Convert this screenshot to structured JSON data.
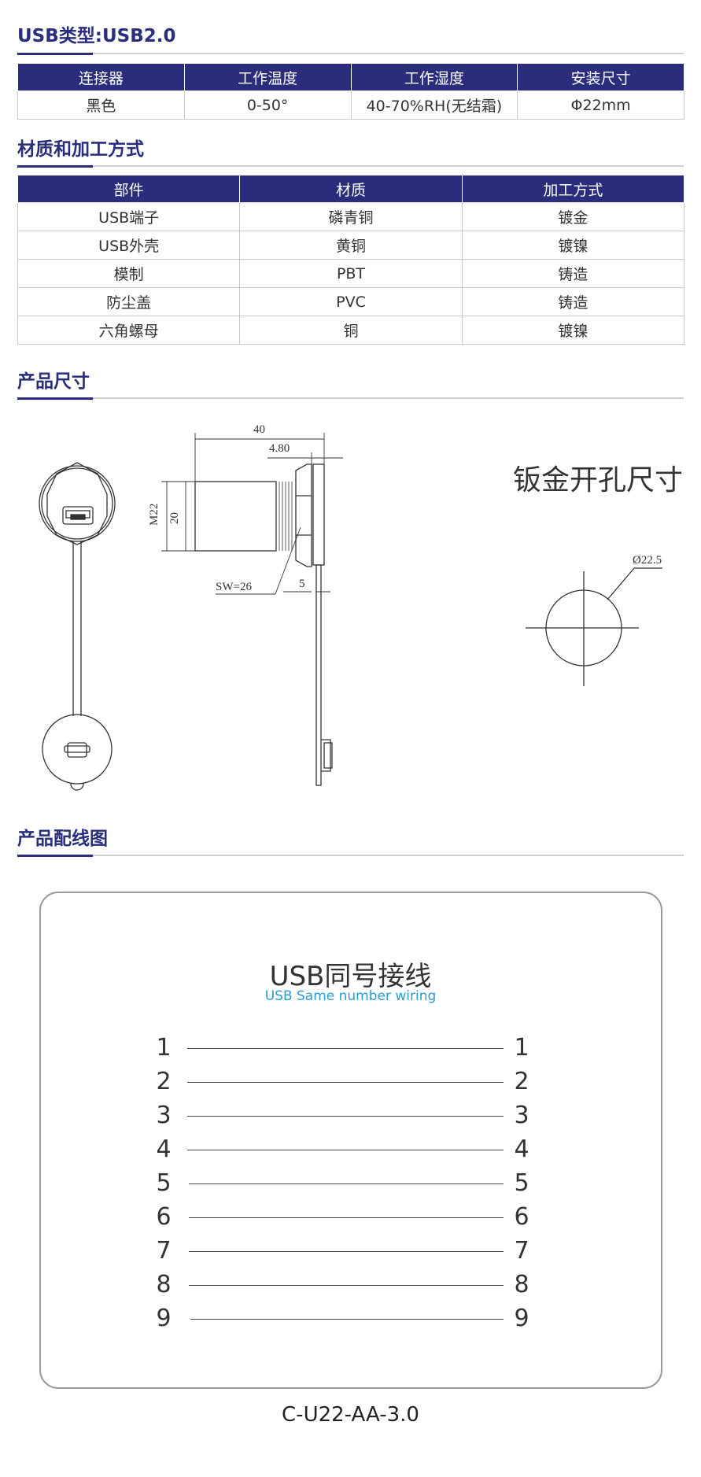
{
  "sections": {
    "usb_type": "USB类型:USB2.0",
    "materials": "材质和加工方式",
    "dimensions": "产品尺寸",
    "wiring": "产品配线图"
  },
  "spec_table": {
    "headers": [
      "连接器",
      "工作温度",
      "工作湿度",
      "安装尺寸"
    ],
    "row": [
      "黑色",
      "0-50°",
      "40-70%RH(无结霜)",
      "Φ22mm"
    ]
  },
  "material_table": {
    "headers": [
      "部件",
      "材质",
      "加工方式"
    ],
    "rows": [
      [
        "USB端子",
        "磷青铜",
        "镀金"
      ],
      [
        "USB外壳",
        "黄铜",
        "镀镍"
      ],
      [
        "模制",
        "PBT",
        "铸造"
      ],
      [
        "防尘盖",
        "PVC",
        "铸造"
      ],
      [
        "六角螺母",
        "铜",
        "镀镍"
      ]
    ]
  },
  "drawing": {
    "dim_40": "40",
    "dim_480": "4.80",
    "dim_m22": "M22",
    "dim_20": "20",
    "dim_sw": "SW=26",
    "dim_5": "5",
    "panel_cutout_title": "钣金开孔尺寸",
    "hole_dia": "Ø22.5"
  },
  "wiring": {
    "title": "USB同号接线",
    "subtitle": "USB  Same number wiring",
    "pins": [
      "1",
      "2",
      "3",
      "4",
      "5",
      "6",
      "7",
      "8",
      "9"
    ],
    "model": "C-U22-AA-3.0"
  },
  "colors": {
    "accent": "#2a2d7c",
    "subtitle": "#2b9bd1"
  }
}
